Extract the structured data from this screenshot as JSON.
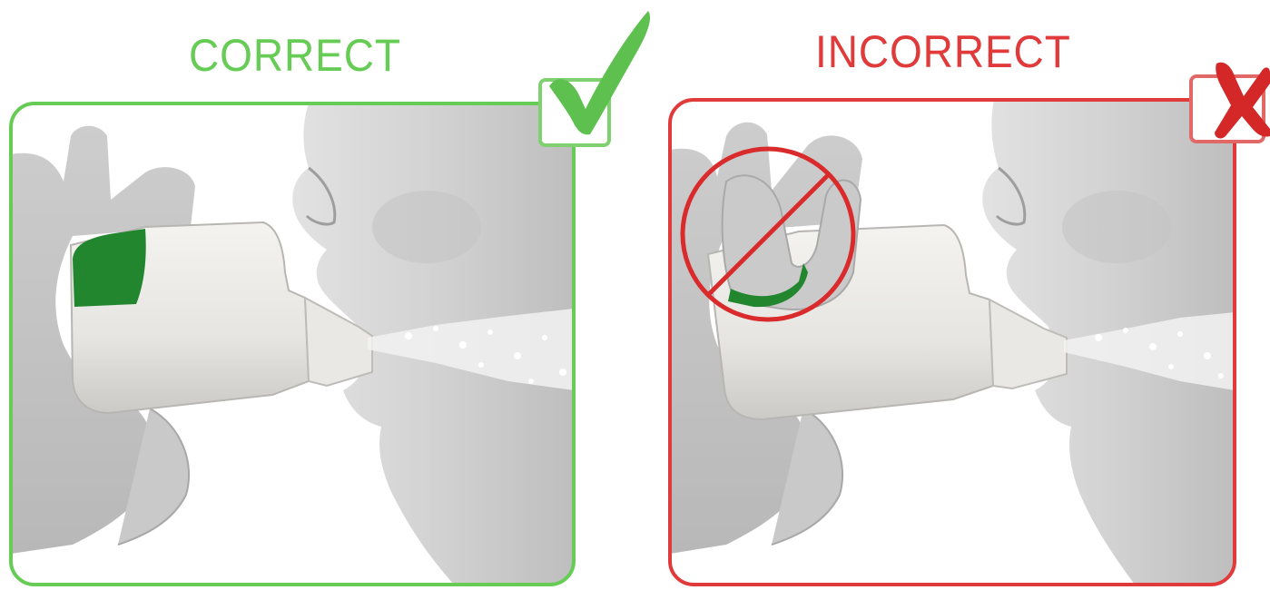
{
  "panels": [
    {
      "id": "correct",
      "title": "CORRECT",
      "color": "#66cc55",
      "mark": "check-icon",
      "dot_color": "#1f8a2e"
    },
    {
      "id": "incorrect",
      "title": "INCORRECT",
      "color": "#e03a3a",
      "mark": "cross-icon",
      "dot_color": "#1f8a2e"
    }
  ],
  "colors": {
    "correct_border": "#66cc55",
    "incorrect_border": "#e03a3a",
    "inhaler_body": "#ecebe7",
    "inhaler_shade": "#cfcfcb",
    "dose_cap": "#22862f",
    "skin": "#d8d8d8",
    "skin_shade": "#b9b9b9",
    "spray": "#ffffff"
  }
}
